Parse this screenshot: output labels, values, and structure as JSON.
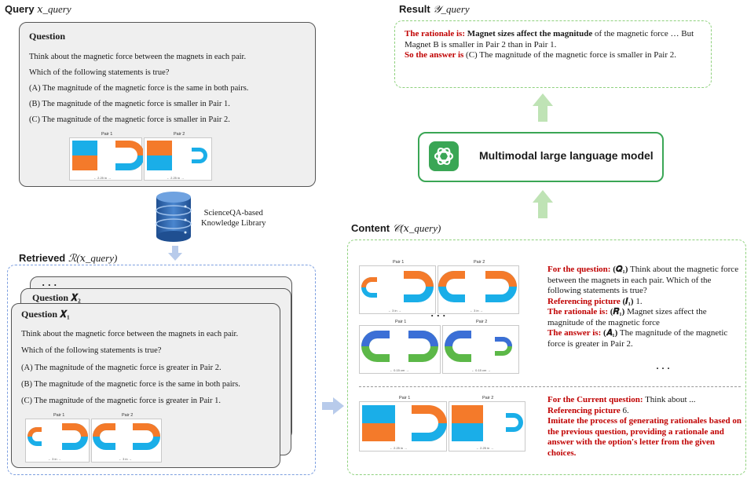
{
  "query": {
    "title": "Query",
    "title_math": "𝑥_query",
    "box_header": "Question",
    "question_lines": [
      "Think about the magnetic force between the magnets in each pair.",
      "Which of the following statements is true?",
      "(A) The magnitude of the magnetic force is the same in both pairs.",
      "(B) The magnitude of the magnetic force is smaller in Pair 1.",
      "(C) The magnitude of the magnetic force is smaller in Pair 2."
    ],
    "pair_labels": [
      "Pair 1",
      "Pair 2"
    ],
    "distance": "← 2.25 in →"
  },
  "knowledge": {
    "line1": "ScienceQA-based",
    "line2": "Knowledge Library"
  },
  "retrieved": {
    "title": "Retrieved",
    "title_math": "ℛ(𝑥_query)",
    "ellipsis": "· · ·",
    "q2_header": "Question 𝑿₂",
    "q1_header": "Question 𝑿₁",
    "question_lines": [
      "Think about the magnetic force between the magnets in each pair.",
      "Which of the following statements is true?",
      "(A) The magnitude of the magnetic force is greater in Pair 2.",
      "(B) The magnitude of the magnetic force is the same in both pairs.",
      "(C) The magnitude of the magnetic force is greater in Pair 1."
    ],
    "pair_labels": [
      "Pair 1",
      "Pair 2"
    ],
    "distance": "← 3 in →"
  },
  "result": {
    "title": "Result",
    "title_math": "𝒴_query",
    "rationale_label": "The rationale is:",
    "rationale_bold": "Magnet sizes affect the magnitude",
    "rationale_rest": "of the magnetic force … But Magnet B is smaller in Pair 2 than in Pair 1.",
    "answer_label": "So the answer is",
    "answer_text": "(C) The magnitude of the magnetic force is smaller in Pair 2."
  },
  "model": {
    "label": "Multimodal large language model",
    "icon": "openai-logo-icon"
  },
  "content": {
    "title": "Content",
    "title_math": "𝒞(𝑥_query)",
    "for_question_label": "For the question:",
    "q1_math": "(𝑸₁)",
    "q1_text": "Think about the magnetic force between the magnets in each pair. Which of the following statements is true?",
    "ref_label": "Referencing picture",
    "i1_math": "(𝑰₁)",
    "i1_text": "1.",
    "rationale_label": "The rationale is:",
    "r1_math": "(𝑹₁)",
    "r1_text": "Magnet sizes affect the magnitude of the magnetic force",
    "answer_label": "The answer is:",
    "a1_math": "(𝑨₁)",
    "a1_text": "The magnitude of the magnetic force is greater in Pair 2.",
    "ellipsis": "· · ·",
    "current_label": "For the Current question:",
    "current_text": "Think about ...",
    "ref_current_label": "Referencing picture",
    "ref_current_num": "6.",
    "imitate": "Imitate the process of generating rationales based on the previous question, providing a rationale and answer with the option's letter from the given choices.",
    "pair_labels": [
      "Pair 1",
      "Pair 2"
    ],
    "dist_a": "← 3 in →",
    "dist_b": "← 0.15 cm →",
    "dist_c": "← 2.25 in →"
  },
  "colors": {
    "orange": "#f47a2a",
    "blue": "#1aaee8",
    "green": "#5cb848",
    "royal": "#3b6fd6",
    "red_text": "#c00000",
    "green_dash": "#8fd17e",
    "blue_dash": "#7d9fe0",
    "arrow_green": "#bfe3b5",
    "arrow_blue": "#b8cbeb"
  }
}
